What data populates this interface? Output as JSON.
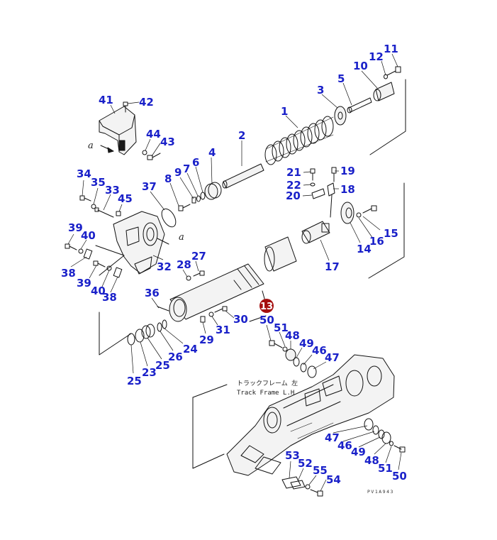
{
  "callouts": [
    {
      "id": "c1",
      "text": "1"
    },
    {
      "id": "c2",
      "text": "2"
    },
    {
      "id": "c3",
      "text": "3"
    },
    {
      "id": "c4",
      "text": "4"
    },
    {
      "id": "c5",
      "text": "5"
    },
    {
      "id": "c6",
      "text": "6"
    },
    {
      "id": "c7",
      "text": "7"
    },
    {
      "id": "c8",
      "text": "8"
    },
    {
      "id": "c9",
      "text": "9"
    },
    {
      "id": "c10",
      "text": "10"
    },
    {
      "id": "c11",
      "text": "11"
    },
    {
      "id": "c12",
      "text": "12"
    },
    {
      "id": "c14",
      "text": "14"
    },
    {
      "id": "c15",
      "text": "15"
    },
    {
      "id": "c16",
      "text": "16"
    },
    {
      "id": "c17",
      "text": "17"
    },
    {
      "id": "c18",
      "text": "18"
    },
    {
      "id": "c19",
      "text": "19"
    },
    {
      "id": "c20",
      "text": "20"
    },
    {
      "id": "c21",
      "text": "21"
    },
    {
      "id": "c22",
      "text": "22"
    },
    {
      "id": "c23",
      "text": "23"
    },
    {
      "id": "c24",
      "text": "24"
    },
    {
      "id": "c25a",
      "text": "25"
    },
    {
      "id": "c25b",
      "text": "25"
    },
    {
      "id": "c26",
      "text": "26"
    },
    {
      "id": "c27",
      "text": "27"
    },
    {
      "id": "c28",
      "text": "28"
    },
    {
      "id": "c29",
      "text": "29"
    },
    {
      "id": "c30",
      "text": "30"
    },
    {
      "id": "c31",
      "text": "31"
    },
    {
      "id": "c32",
      "text": "32"
    },
    {
      "id": "c33",
      "text": "33"
    },
    {
      "id": "c34",
      "text": "34"
    },
    {
      "id": "c35",
      "text": "35"
    },
    {
      "id": "c36",
      "text": "36"
    },
    {
      "id": "c37",
      "text": "37"
    },
    {
      "id": "c38a",
      "text": "38"
    },
    {
      "id": "c38b",
      "text": "38"
    },
    {
      "id": "c39a",
      "text": "39"
    },
    {
      "id": "c39b",
      "text": "39"
    },
    {
      "id": "c40a",
      "text": "40"
    },
    {
      "id": "c40b",
      "text": "40"
    },
    {
      "id": "c41",
      "text": "41"
    },
    {
      "id": "c42",
      "text": "42"
    },
    {
      "id": "c43",
      "text": "43"
    },
    {
      "id": "c44",
      "text": "44"
    },
    {
      "id": "c45",
      "text": "45"
    },
    {
      "id": "c46a",
      "text": "46"
    },
    {
      "id": "c46b",
      "text": "46"
    },
    {
      "id": "c47a",
      "text": "47"
    },
    {
      "id": "c47b",
      "text": "47"
    },
    {
      "id": "c48a",
      "text": "48"
    },
    {
      "id": "c48b",
      "text": "48"
    },
    {
      "id": "c49a",
      "text": "49"
    },
    {
      "id": "c49b",
      "text": "49"
    },
    {
      "id": "c50a",
      "text": "50"
    },
    {
      "id": "c50b",
      "text": "50"
    },
    {
      "id": "c51a",
      "text": "51"
    },
    {
      "id": "c51b",
      "text": "51"
    },
    {
      "id": "c52",
      "text": "52"
    },
    {
      "id": "c53",
      "text": "53"
    },
    {
      "id": "c54",
      "text": "54"
    },
    {
      "id": "c55",
      "text": "55"
    }
  ],
  "marker": {
    "text": "13",
    "color": "#a50f0f"
  },
  "track_frame_note": {
    "jp": "トラックフレーム 左",
    "en": "Track Frame L.H"
  },
  "view_arrow_label": "a",
  "drawing_code": "PV1A943",
  "colors": {
    "callout": "#1a21c9",
    "line": "#111111",
    "background": "#ffffff"
  }
}
